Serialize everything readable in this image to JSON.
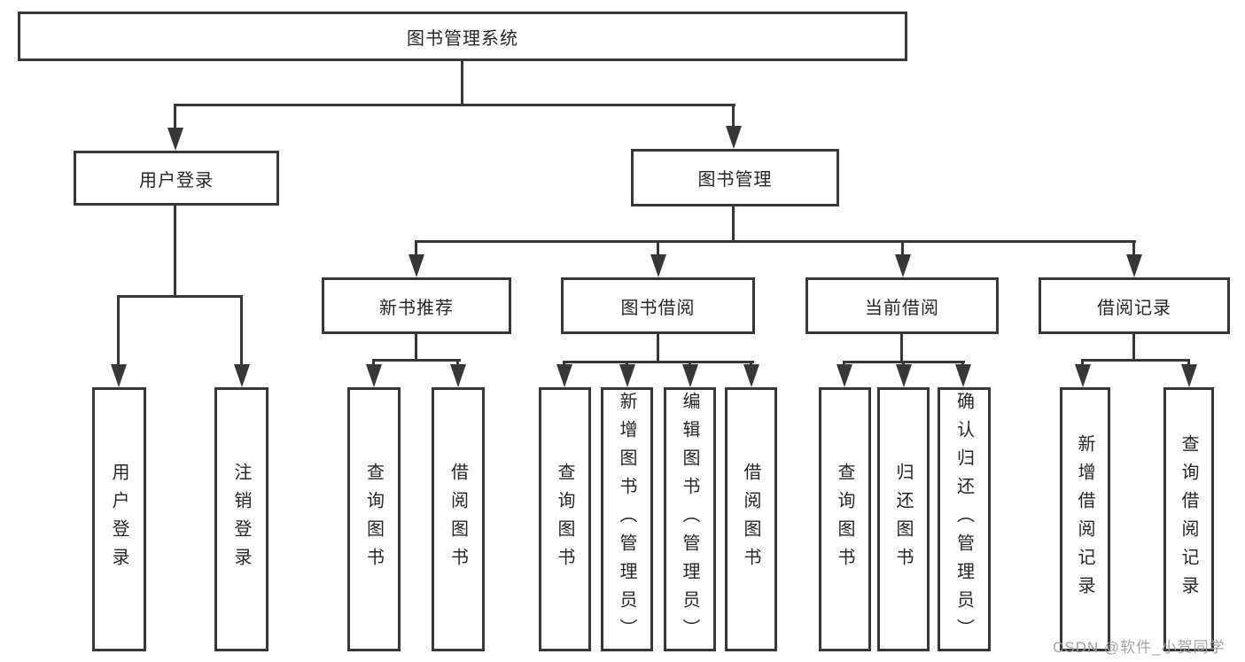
{
  "diagram_title": "图书管理系统",
  "tree": {
    "label": "图书管理系统",
    "children": [
      {
        "label": "用户登录",
        "children": [
          {
            "label": "用户登录"
          },
          {
            "label": "注销登录"
          }
        ]
      },
      {
        "label": "图书管理",
        "children": [
          {
            "label": "新书推荐",
            "children": [
              {
                "label": "查询图书"
              },
              {
                "label": "借阅图书"
              }
            ]
          },
          {
            "label": "图书借阅",
            "children": [
              {
                "label": "查询图书"
              },
              {
                "label": "新增图书（管理员）"
              },
              {
                "label": "编辑图书（管理员）"
              },
              {
                "label": "借阅图书"
              }
            ]
          },
          {
            "label": "当前借阅",
            "children": [
              {
                "label": "查询图书"
              },
              {
                "label": "归还图书"
              },
              {
                "label": "确认归还（管理员）"
              }
            ]
          },
          {
            "label": "借阅记录",
            "children": [
              {
                "label": "新增借阅记录"
              },
              {
                "label": "查询借阅记录"
              }
            ]
          }
        ]
      }
    ]
  },
  "watermark": {
    "text": "CSDN @软件_小贺同学"
  },
  "colors": {
    "line": "#373737",
    "box_border": "#373737",
    "text": "#262626",
    "watermark": "#9e9e9e",
    "background": "#ffffff"
  }
}
